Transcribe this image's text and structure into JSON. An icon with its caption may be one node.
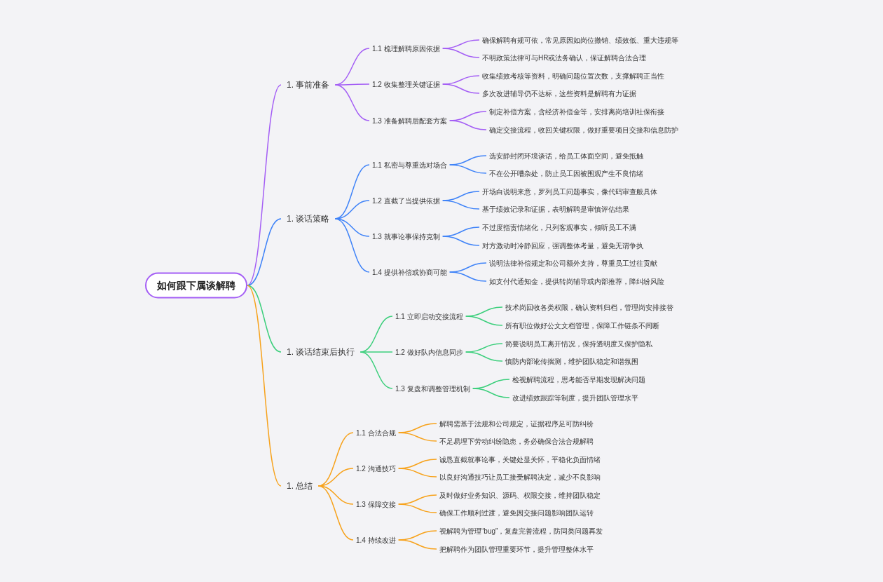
{
  "diagram": {
    "nodes": [
      {
        "text": [
          "如何跟下属谈解聘"
        ]
      },
      {
        "text": [
          "1. 事前准备"
        ]
      },
      {
        "text": [
          "1.1 梳理解聘原因依据"
        ]
      },
      {
        "text": [
          "确保解聘有规可依，常见原因如岗位撤销、绩效低、重大违规等"
        ]
      },
      {
        "text": [
          "不明政策法律可与HR或法务确认，保证解聘合法合理"
        ]
      },
      {
        "text": [
          "1.2 收集整理关键证据"
        ]
      },
      {
        "text": [
          "收集绩效考核等资料，明确问题位置次数，支撑解聘正当性"
        ]
      },
      {
        "text": [
          "多次改进辅导仍不达标，这些资料是解聘有力证据"
        ]
      },
      {
        "text": [
          "1.3 准备解聘后配套方案"
        ]
      },
      {
        "text": [
          "制定补偿方案，含经济补偿金等，安排离岗培训社保衔接"
        ]
      },
      {
        "text": [
          "确定交接流程，收回关键权限，做好重要项目交接和信息防护"
        ]
      },
      {
        "text": [
          "1. 谈话策略"
        ]
      },
      {
        "text": [
          "1.1 私密与尊重选对场合"
        ]
      },
      {
        "text": [
          "选安静封闭环境谈话，给员工体面空间，避免抵触"
        ]
      },
      {
        "text": [
          "不在公开嘈杂处，防止员工因被围观产生不良情绪"
        ]
      },
      {
        "text": [
          "1.2 直截了当提供依据"
        ]
      },
      {
        "text": [
          "开场白说明来意，罗列员工问题事实，像代码审查般具体"
        ]
      },
      {
        "text": [
          "基于绩效记录和证据，表明解聘是审慎评估结果"
        ]
      },
      {
        "text": [
          "1.3 就事论事保持克制"
        ]
      },
      {
        "text": [
          "不过度指责情绪化，只列客观事实，倾听员工不满"
        ]
      },
      {
        "text": [
          "对方激动时冷静回应，强调整体考量，避免无谓争执"
        ]
      },
      {
        "text": [
          "1.4 提供补偿或协商可能"
        ]
      },
      {
        "text": [
          "说明法律补偿规定和公司额外支持，尊重员工过往贡献"
        ]
      },
      {
        "text": [
          "如支付代通知金，提供转岗辅导或内部推荐，降纠纷风险"
        ]
      },
      {
        "text": [
          "1. 谈话结束后执行"
        ]
      },
      {
        "text": [
          "1.1 立即启动交接流程"
        ]
      },
      {
        "text": [
          "技术岗回收各类权限，确认资料归档，管理岗安排接替"
        ]
      },
      {
        "text": [
          "所有职位做好公文文档管理，保障工作链条不间断"
        ]
      },
      {
        "text": [
          "1.2 做好队内信息同步"
        ]
      },
      {
        "text": [
          "简要说明员工离开情况，保持透明度又保护隐私"
        ]
      },
      {
        "text": [
          "慎防内部讹传揣测，维护团队稳定和谐氛围"
        ]
      },
      {
        "text": [
          "1.3 复盘和调整管理机制"
        ]
      },
      {
        "text": [
          "检视解聘流程，思考能否早期发现解决问题"
        ]
      },
      {
        "text": [
          "改进绩效跟踪等制度，提升团队管理水平"
        ]
      },
      {
        "text": [
          "1. 总结"
        ]
      },
      {
        "text": [
          "1.1 合法合规"
        ]
      },
      {
        "text": [
          "解聘需基于法规和公司规定，证据程序足可防纠纷"
        ]
      },
      {
        "text": [
          "不足易埋下劳动纠纷隐患，务必确保合法合规解聘"
        ]
      },
      {
        "text": [
          "1.2 沟通技巧"
        ]
      },
      {
        "text": [
          "诚恳直截就事论事，关键处显关怀，平稳化负面情绪"
        ]
      },
      {
        "text": [
          "以良好沟通技巧让员工接受解聘决定，减少不良影响"
        ]
      },
      {
        "text": [
          "1.3 保障交接"
        ]
      },
      {
        "text": [
          "及时做好业务知识、源码、权限交接，维持团队稳定"
        ]
      },
      {
        "text": [
          "确保工作顺利过渡，避免因交接问题影响团队运转"
        ]
      },
      {
        "text": [
          "1.4 持续改进"
        ]
      },
      {
        "text": [
          "视解聘为管理“bug”，复盘完善流程，防同类问题再发"
        ]
      },
      {
        "text": [
          "把解聘作为团队管理重要环节，提升管理整体水平"
        ]
      }
    ],
    "edges": [
      {
        "from": 0,
        "to": 1,
        "arrow": "none",
        "color": "#a45ef5"
      },
      {
        "from": 0,
        "to": 11,
        "arrow": "none",
        "color": "#3f83f8"
      },
      {
        "from": 0,
        "to": 24,
        "arrow": "none",
        "color": "#3ccf7c"
      },
      {
        "from": 0,
        "to": 34,
        "arrow": "none",
        "color": "#f7a21b"
      },
      {
        "from": 1,
        "to": 2,
        "arrow": "none",
        "color": "#a45ef5"
      },
      {
        "from": 1,
        "to": 5,
        "arrow": "none",
        "color": "#a45ef5"
      },
      {
        "from": 1,
        "to": 8,
        "arrow": "none",
        "color": "#a45ef5"
      },
      {
        "from": 2,
        "to": 3,
        "arrow": "none",
        "color": "#a45ef5"
      },
      {
        "from": 2,
        "to": 4,
        "arrow": "none",
        "color": "#a45ef5"
      },
      {
        "from": 5,
        "to": 6,
        "arrow": "none",
        "color": "#a45ef5"
      },
      {
        "from": 5,
        "to": 7,
        "arrow": "none",
        "color": "#a45ef5"
      },
      {
        "from": 8,
        "to": 9,
        "arrow": "none",
        "color": "#a45ef5"
      },
      {
        "from": 8,
        "to": 10,
        "arrow": "none",
        "color": "#a45ef5"
      },
      {
        "from": 11,
        "to": 12,
        "arrow": "none",
        "color": "#3f83f8"
      },
      {
        "from": 11,
        "to": 15,
        "arrow": "none",
        "color": "#3f83f8"
      },
      {
        "from": 11,
        "to": 18,
        "arrow": "none",
        "color": "#3f83f8"
      },
      {
        "from": 11,
        "to": 21,
        "arrow": "none",
        "color": "#3f83f8"
      },
      {
        "from": 12,
        "to": 13,
        "arrow": "none",
        "color": "#3f83f8"
      },
      {
        "from": 12,
        "to": 14,
        "arrow": "none",
        "color": "#3f83f8"
      },
      {
        "from": 15,
        "to": 16,
        "arrow": "none",
        "color": "#3f83f8"
      },
      {
        "from": 15,
        "to": 17,
        "arrow": "none",
        "color": "#3f83f8"
      },
      {
        "from": 18,
        "to": 19,
        "arrow": "none",
        "color": "#3f83f8"
      },
      {
        "from": 18,
        "to": 20,
        "arrow": "none",
        "color": "#3f83f8"
      },
      {
        "from": 21,
        "to": 22,
        "arrow": "none",
        "color": "#3f83f8"
      },
      {
        "from": 21,
        "to": 23,
        "arrow": "none",
        "color": "#3f83f8"
      },
      {
        "from": 24,
        "to": 25,
        "arrow": "none",
        "color": "#3ccf7c"
      },
      {
        "from": 24,
        "to": 28,
        "arrow": "none",
        "color": "#3ccf7c"
      },
      {
        "from": 24,
        "to": 31,
        "arrow": "none",
        "color": "#3ccf7c"
      },
      {
        "from": 25,
        "to": 26,
        "arrow": "none",
        "color": "#3ccf7c"
      },
      {
        "from": 25,
        "to": 27,
        "arrow": "none",
        "color": "#3ccf7c"
      },
      {
        "from": 28,
        "to": 29,
        "arrow": "none",
        "color": "#3ccf7c"
      },
      {
        "from": 28,
        "to": 30,
        "arrow": "none",
        "color": "#3ccf7c"
      },
      {
        "from": 31,
        "to": 32,
        "arrow": "none",
        "color": "#3ccf7c"
      },
      {
        "from": 31,
        "to": 33,
        "arrow": "none",
        "color": "#3ccf7c"
      },
      {
        "from": 34,
        "to": 35,
        "arrow": "none",
        "color": "#f7a21b"
      },
      {
        "from": 34,
        "to": 38,
        "arrow": "none",
        "color": "#f7a21b"
      },
      {
        "from": 34,
        "to": 41,
        "arrow": "none",
        "color": "#f7a21b"
      },
      {
        "from": 34,
        "to": 44,
        "arrow": "none",
        "color": "#f7a21b"
      },
      {
        "from": 35,
        "to": 36,
        "arrow": "none",
        "color": "#f7a21b"
      },
      {
        "from": 35,
        "to": 37,
        "arrow": "none",
        "color": "#f7a21b"
      },
      {
        "from": 38,
        "to": 39,
        "arrow": "none",
        "color": "#f7a21b"
      },
      {
        "from": 38,
        "to": 40,
        "arrow": "none",
        "color": "#f7a21b"
      },
      {
        "from": 41,
        "to": 42,
        "arrow": "none",
        "color": "#f7a21b"
      },
      {
        "from": 41,
        "to": 43,
        "arrow": "none",
        "color": "#f7a21b"
      },
      {
        "from": 44,
        "to": 45,
        "arrow": "none",
        "color": "#f7a21b"
      },
      {
        "from": 44,
        "to": 46,
        "arrow": "none",
        "color": "#f7a21b"
      }
    ]
  }
}
